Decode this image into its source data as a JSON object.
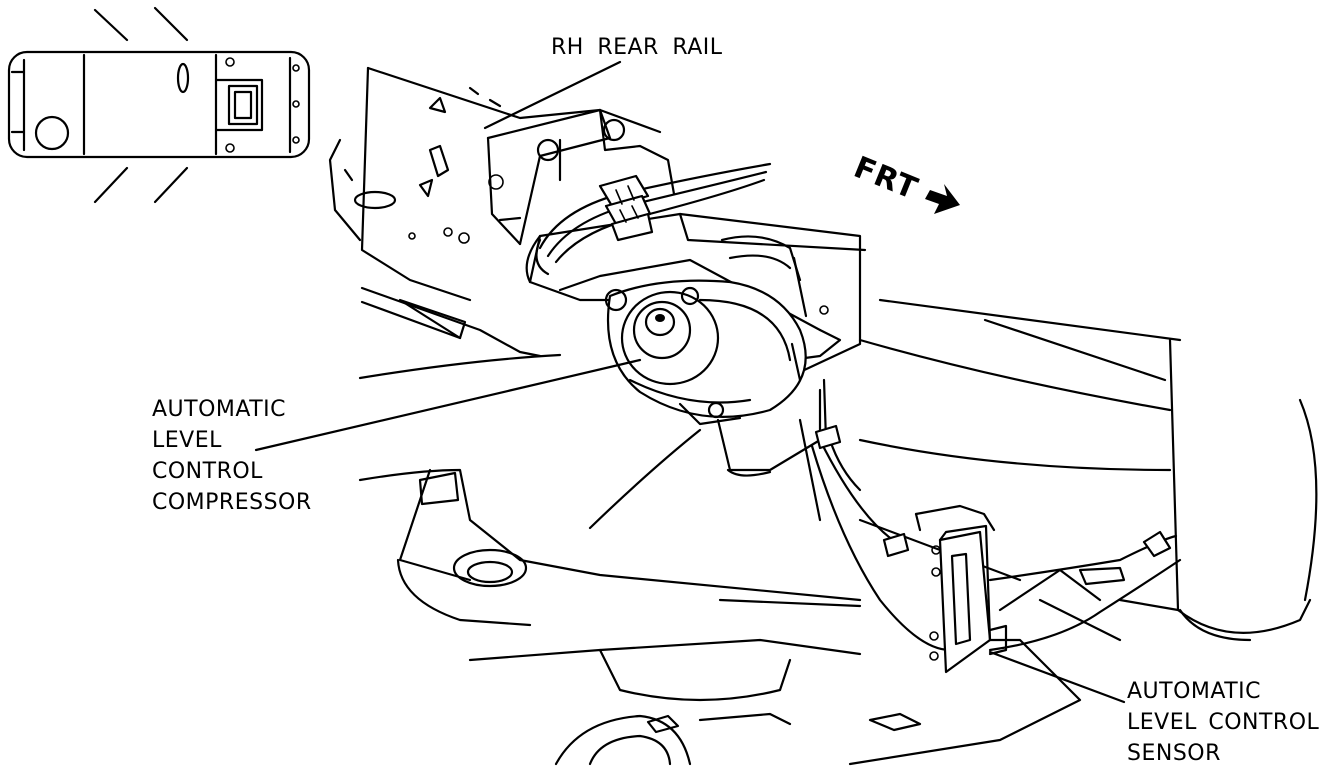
{
  "diagram": {
    "labels": {
      "rail": "RH REAR RAIL",
      "compressor": [
        "AUTOMATIC",
        "LEVEL",
        "CONTROL",
        "COMPRESSOR"
      ],
      "sensor": [
        "AUTOMATIC",
        "LEVEL CONTROL",
        "SENSOR"
      ],
      "front": "FRT"
    },
    "icons": {
      "locator": "vehicle-top-view-icon",
      "direction": "front-arrow-icon"
    },
    "colors": {
      "ink": "#000000",
      "paper": "#ffffff"
    }
  }
}
